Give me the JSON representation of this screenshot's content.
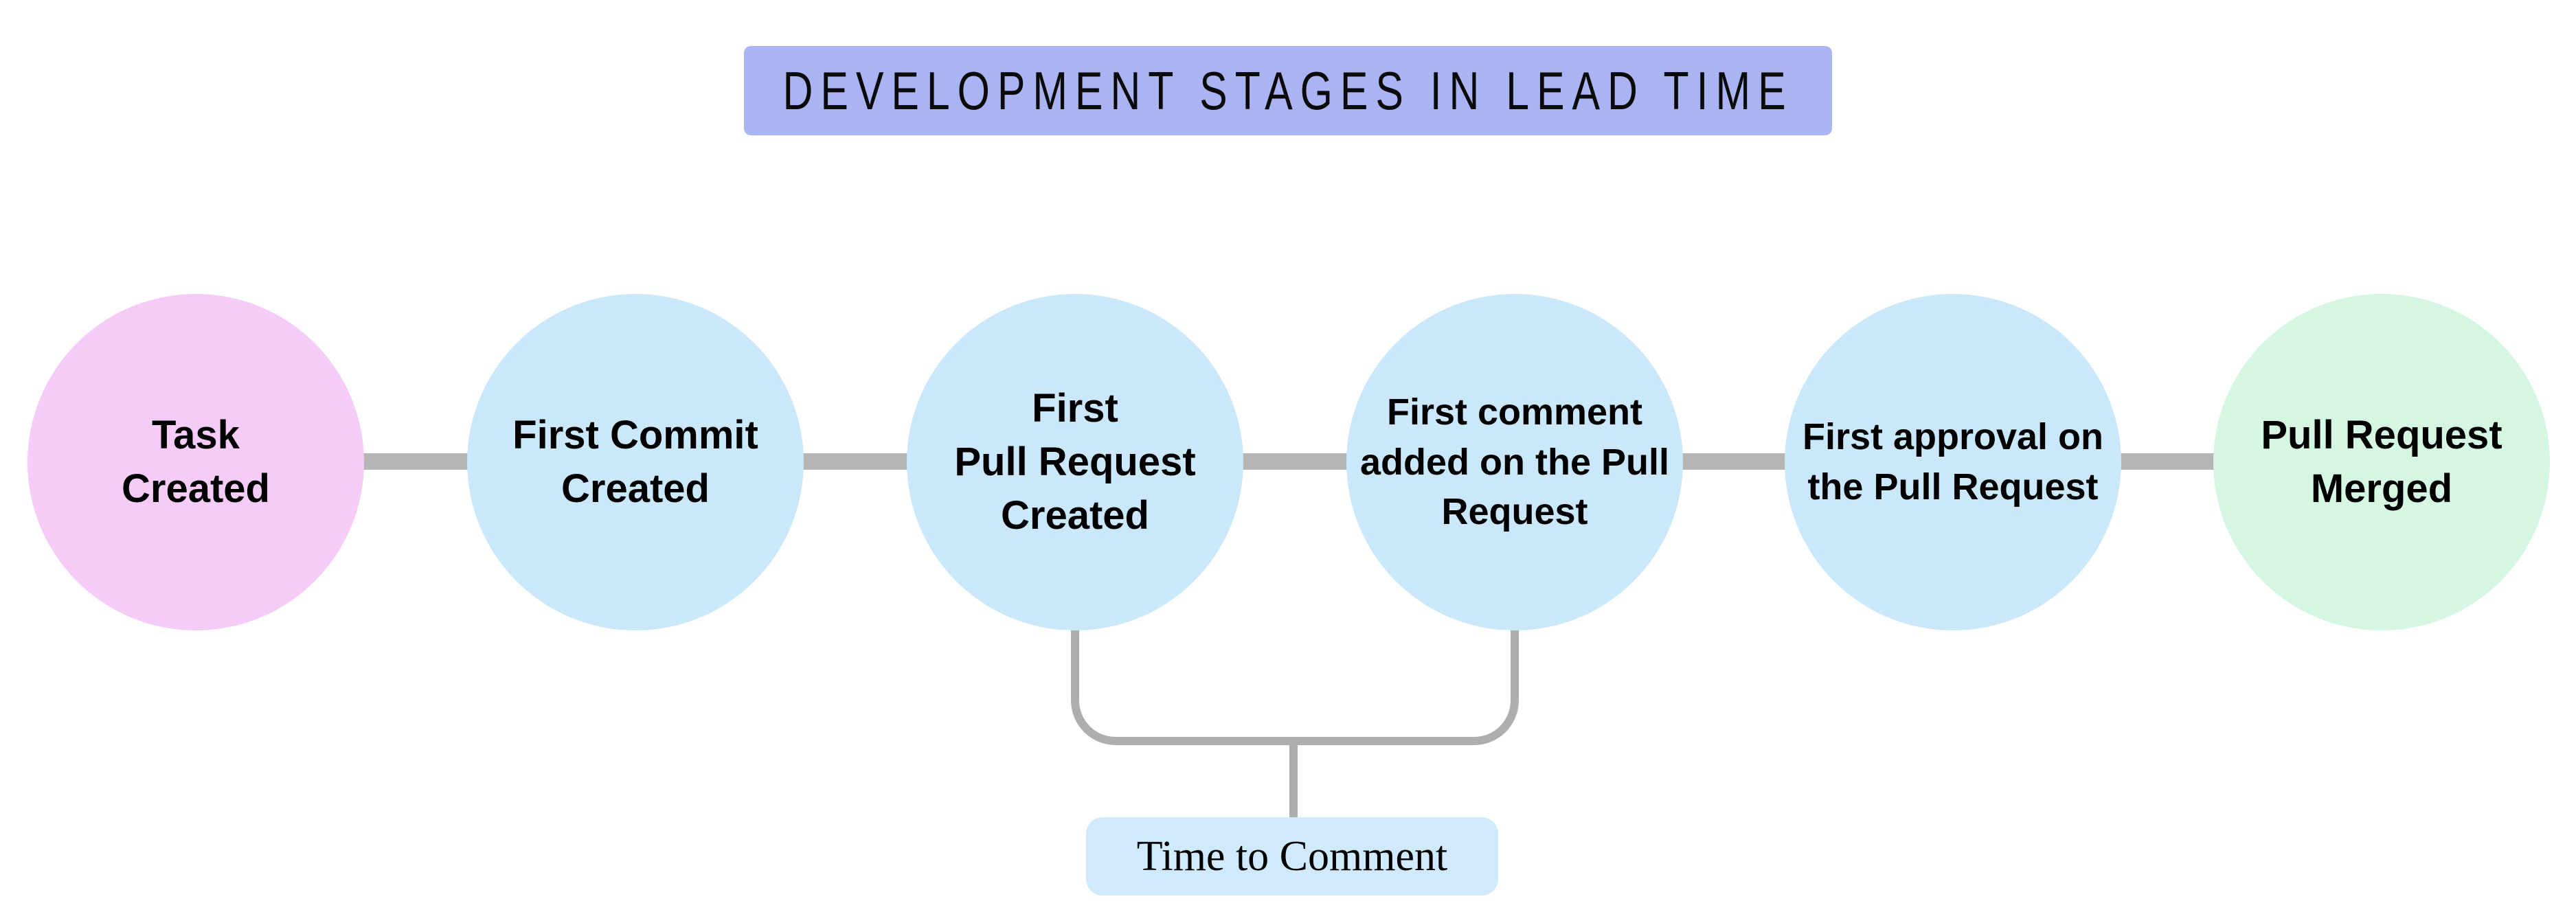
{
  "title": {
    "text": "DEVELOPMENT STAGES IN LEAD TIME",
    "fill": "#aab4f2"
  },
  "stages": [
    {
      "id": "task-created",
      "label": "Task\nCreated",
      "fill": "#f4ccf7"
    },
    {
      "id": "first-commit-created",
      "label": "First Commit\nCreated",
      "fill": "#cbe8fb"
    },
    {
      "id": "first-pull-request-created",
      "label": "First\nPull Request\nCreated",
      "fill": "#cbe8fb"
    },
    {
      "id": "first-comment-added",
      "label": "First comment\nadded on the Pull\nRequest",
      "fill": "#cbe8fb"
    },
    {
      "id": "first-approval",
      "label": "First approval on\nthe Pull Request",
      "fill": "#cbe8fb"
    },
    {
      "id": "pull-request-merged",
      "label": "Pull Request\nMerged",
      "fill": "#d4f6e3"
    }
  ],
  "annotation": {
    "label": "Time to Comment",
    "fill": "#cfeafc",
    "spans": [
      "first-pull-request-created",
      "first-comment-added"
    ]
  },
  "colors": {
    "connector": "#b5b5b5",
    "bracket": "#aeaeae",
    "text": "#000000"
  }
}
